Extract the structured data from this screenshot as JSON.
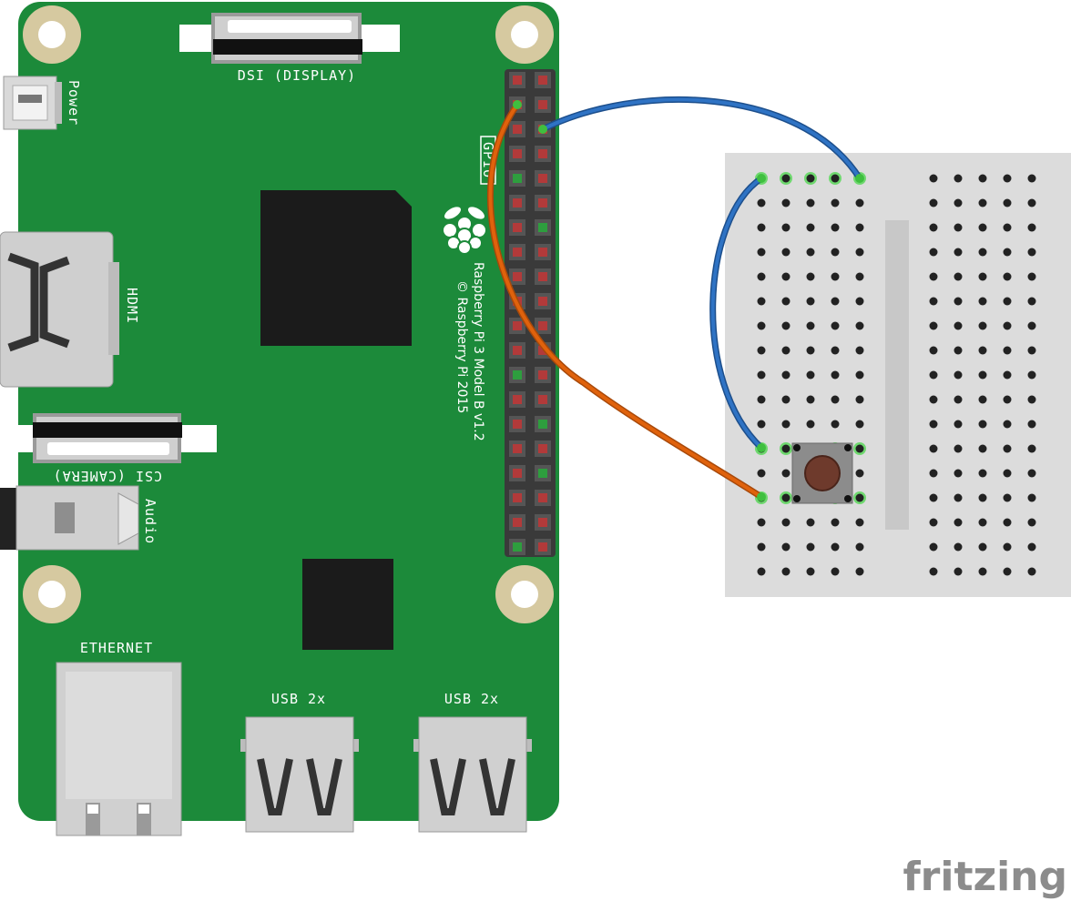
{
  "board": {
    "dsi_label": "DSI (DISPLAY)",
    "power_label": "Power",
    "hdmi_label": "HDMI",
    "csi_label": "CSI (CAMERA)",
    "audio_label": "Audio",
    "ethernet_label": "ETHERNET",
    "usb_left_label": "USB 2x",
    "usb_right_label": "USB 2x",
    "gpio_label": "GPIO",
    "model_label": "Raspberry Pi 3 Model B v1.2",
    "copyright_label": "© Raspberry Pi 2015"
  },
  "watermark": {
    "brand": "fritzing"
  },
  "colors": {
    "pcb": "#1c8a3a",
    "wire_orange": "#e0620c",
    "wire_blue": "#2f73c4",
    "breadboard": "#dcdcdc"
  }
}
